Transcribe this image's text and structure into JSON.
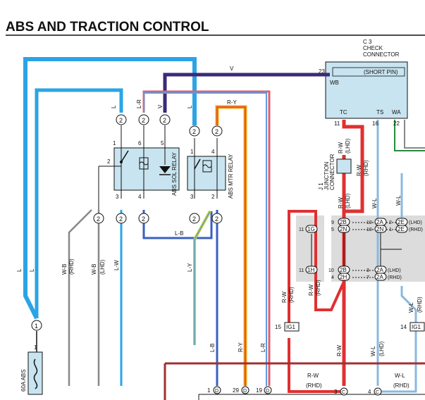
{
  "title": "ABS AND TRACTION CONTROL",
  "connector": {
    "id": "C 3",
    "name1": "CHECK",
    "name2": "CONNECTOR",
    "short_pin": "(SHORT PIN)",
    "pins": [
      "WB",
      "TC",
      "TS",
      "WA"
    ],
    "pin_23": "23",
    "pin_11": "11",
    "pin_16": "16",
    "pin_22": "22"
  },
  "relays": {
    "sol": "ABS SOL RELAY",
    "mtr": "ABS MTR RELAY"
  },
  "junction": {
    "id": "J 1",
    "name1": "JUNCTION",
    "name2": "CONNECTOR"
  },
  "fuse": {
    "label": "60A ABS",
    "pin": "1"
  },
  "wires": {
    "L": "L",
    "LR": "L-R",
    "V": "V",
    "RY": "R-Y",
    "RW": "R-W",
    "WL": "W-L",
    "WB": "W-B",
    "LW": "L-W",
    "LB": "L-B",
    "LY": "L-Y",
    "LHD": "(LHD)",
    "RHD": "(RHD)"
  },
  "conn_numbers": {
    "c2": "2",
    "c1": "1",
    "c15": "15",
    "c14": "14",
    "ig1": "IG1",
    "p1": "1",
    "p3": "3",
    "p4": "4",
    "p5": "5",
    "p6": "6",
    "p2": "2",
    "p9": "9",
    "p10": "10",
    "p11": "11",
    "p7": "7",
    "p29": "29",
    "p19": "19",
    "c2b": "2B",
    "c2n": "2N",
    "c2a": "2A",
    "c2e": "2E",
    "c2h": "2H",
    "c1g": "1G",
    "c1h": "1H",
    "c_d": "D",
    "c_c": "C"
  }
}
